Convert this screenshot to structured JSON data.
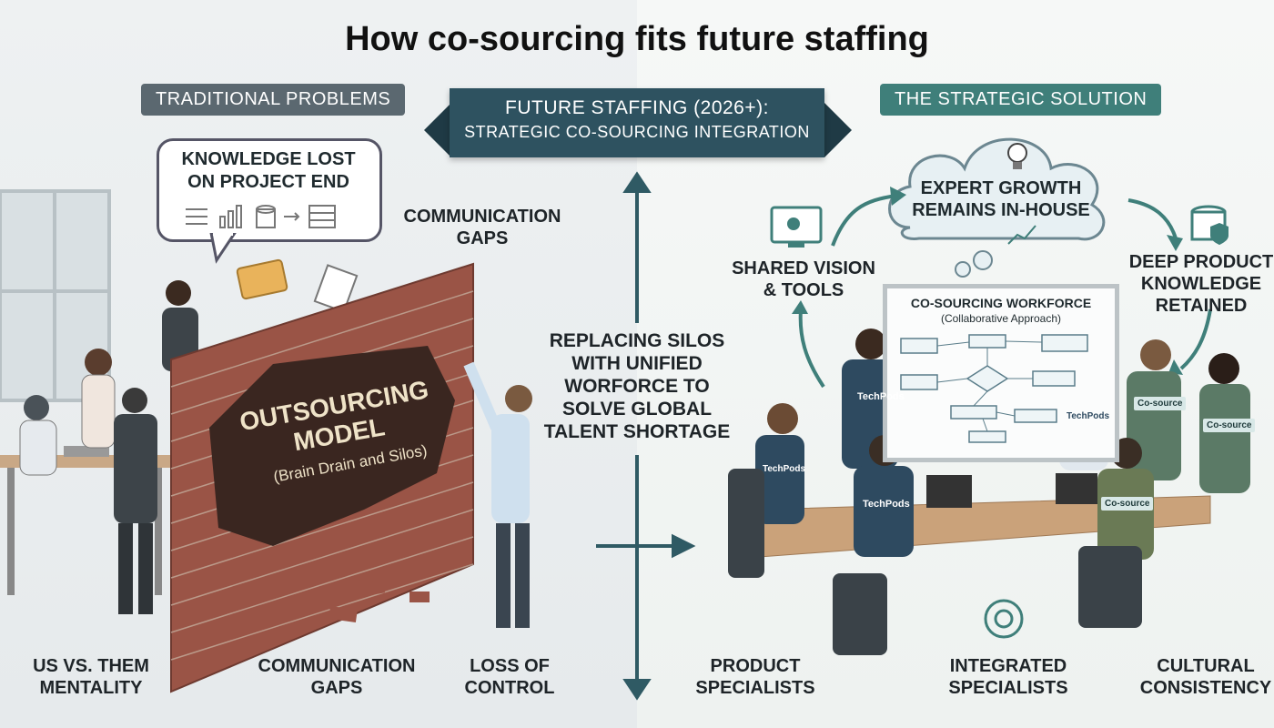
{
  "title": "How co-sourcing fits future staffing",
  "left_panel": {
    "header": "TRADITIONAL PROBLEMS",
    "bubble_line1": "KNOWLEDGE LOST",
    "bubble_line2": "ON PROJECT END",
    "comm_gaps_top_line1": "COMMUNICATION",
    "comm_gaps_top_line2": "GAPS",
    "wall_line1": "OUTSOURCING",
    "wall_line2": "MODEL",
    "wall_sub": "(Brain Drain and Silos)",
    "bottom_labels": [
      {
        "line1": "US VS. THEM",
        "line2": "MENTALITY"
      },
      {
        "line1": "COMMUNICATION",
        "line2": "GAPS"
      },
      {
        "line1": "LOSS OF",
        "line2": "CONTROL"
      }
    ]
  },
  "center": {
    "banner_line1": "FUTURE STAFFING (2026+):",
    "banner_line2": "STRATEGIC CO-SOURCING INTEGRATION",
    "text_lines": [
      "REPLACING SILOS",
      "WITH UNIFIED",
      "WORFORCE TO",
      "SOLVE GLOBAL",
      "TALENT SHORTAGE"
    ]
  },
  "right_panel": {
    "header": "THE STRATEGIC SOLUTION",
    "cloud_line1": "EXPERT GROWTH",
    "cloud_line2": "REMAINS IN-HOUSE",
    "shared_line1": "SHARED VISION",
    "shared_line2": "& TOOLS",
    "deep_line1": "DEEP PRODUCT",
    "deep_line2": "KNOWLEDGE",
    "deep_line3": "RETAINED",
    "board_title": "CO-SOURCING WORKFORCE",
    "board_sub": "(Collaborative Approach)",
    "shirt_label": "TechPods",
    "badge_label": "Co-source",
    "bottom_labels": [
      {
        "line1": "PRODUCT",
        "line2": "SPECIALISTS"
      },
      {
        "line1": "INTEGRATED",
        "line2": "SPECIALISTS"
      },
      {
        "line1": "CULTURAL",
        "line2": "CONSISTENCY"
      }
    ]
  },
  "colors": {
    "header_left": "#5b6870",
    "header_right": "#3f7f7a",
    "banner": "#2e5260",
    "arrow": "#2f5a64",
    "brick": "#9a5446",
    "teal_arrow": "#3f7f7a"
  }
}
